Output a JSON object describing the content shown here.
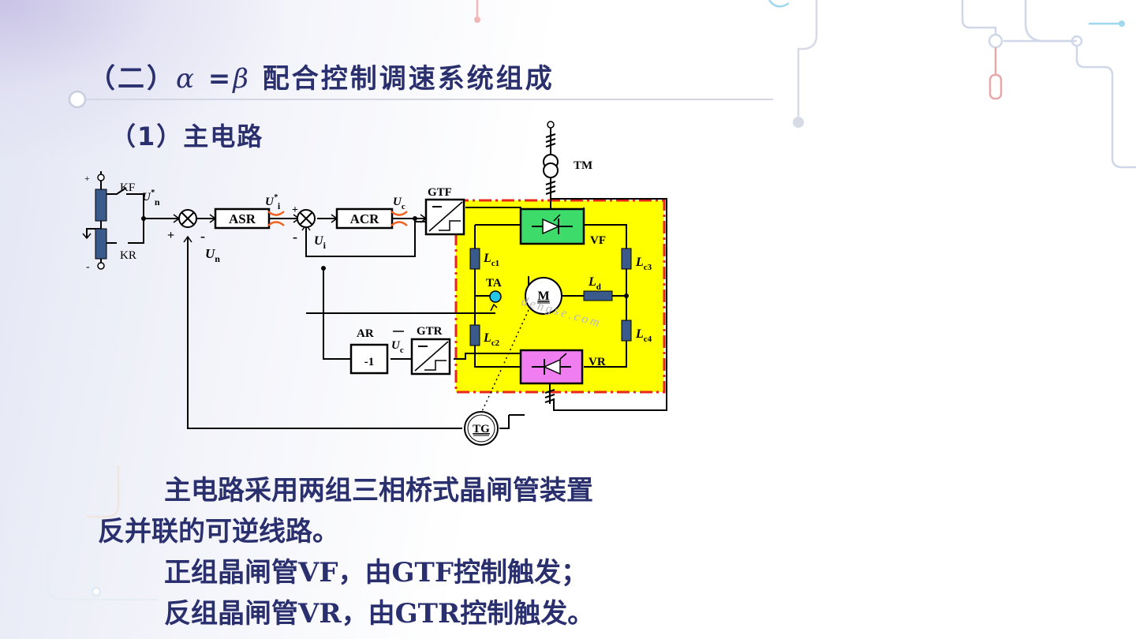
{
  "title": {
    "prefix": "（二）",
    "alpha": "α",
    "eq": " =",
    "beta": "β",
    "rest": " 配合控制调速系统组成"
  },
  "subtitle": "（1）主电路",
  "diagram": {
    "labels": {
      "plus_top": "+",
      "minus_bottom": "-",
      "kf": "KF",
      "kr": "KR",
      "un_star": "U",
      "un_star_sup": "*",
      "un_star_sub": "n",
      "plus_sum1": "+",
      "minus_sum1": "-",
      "un": "U",
      "un_sub": "n",
      "asr": "ASR",
      "ui_star": "U",
      "ui_star_sup": "*",
      "ui_star_sub": "i",
      "plus_sum2": "+",
      "minus_sum2": "-",
      "ui": "U",
      "ui_sub": "i",
      "acr": "ACR",
      "uc": "U",
      "uc_sub": "c",
      "gtf": "GTF",
      "tm": "TM",
      "vf": "VF",
      "lc1": "L",
      "lc1_sub": "c1",
      "lc2": "L",
      "lc2_sub": "c2",
      "lc3": "L",
      "lc3_sub": "c3",
      "lc4": "L",
      "lc4_sub": "c4",
      "ta": "TA",
      "motor": "M",
      "ld": "L",
      "ld_sub": "d",
      "ar": "AR",
      "ar_gain": "-1",
      "uc_bar": "U",
      "uc_bar_sub": "c",
      "gtr": "GTR",
      "vr": "VR",
      "tg": "TG",
      "watermark": "dengse.com"
    },
    "colors": {
      "yellow_region": "#ffff00",
      "red_border": "#e8261e",
      "vf_block": "#3ddc6a",
      "vr_block": "#f07ef0",
      "resistor_blue": "#3a5a8c",
      "ta_cyan": "#25c6e8",
      "cross_orange": "#f0601e"
    }
  },
  "body": {
    "line1": "主电路采用两组三相桥式晶闸管装置",
    "line2": "反并联的可逆线路。",
    "line3": "正组晶闸管VF，由GTF控制触发；",
    "line4": "反组晶闸管VR，由GTR控制触发。"
  }
}
